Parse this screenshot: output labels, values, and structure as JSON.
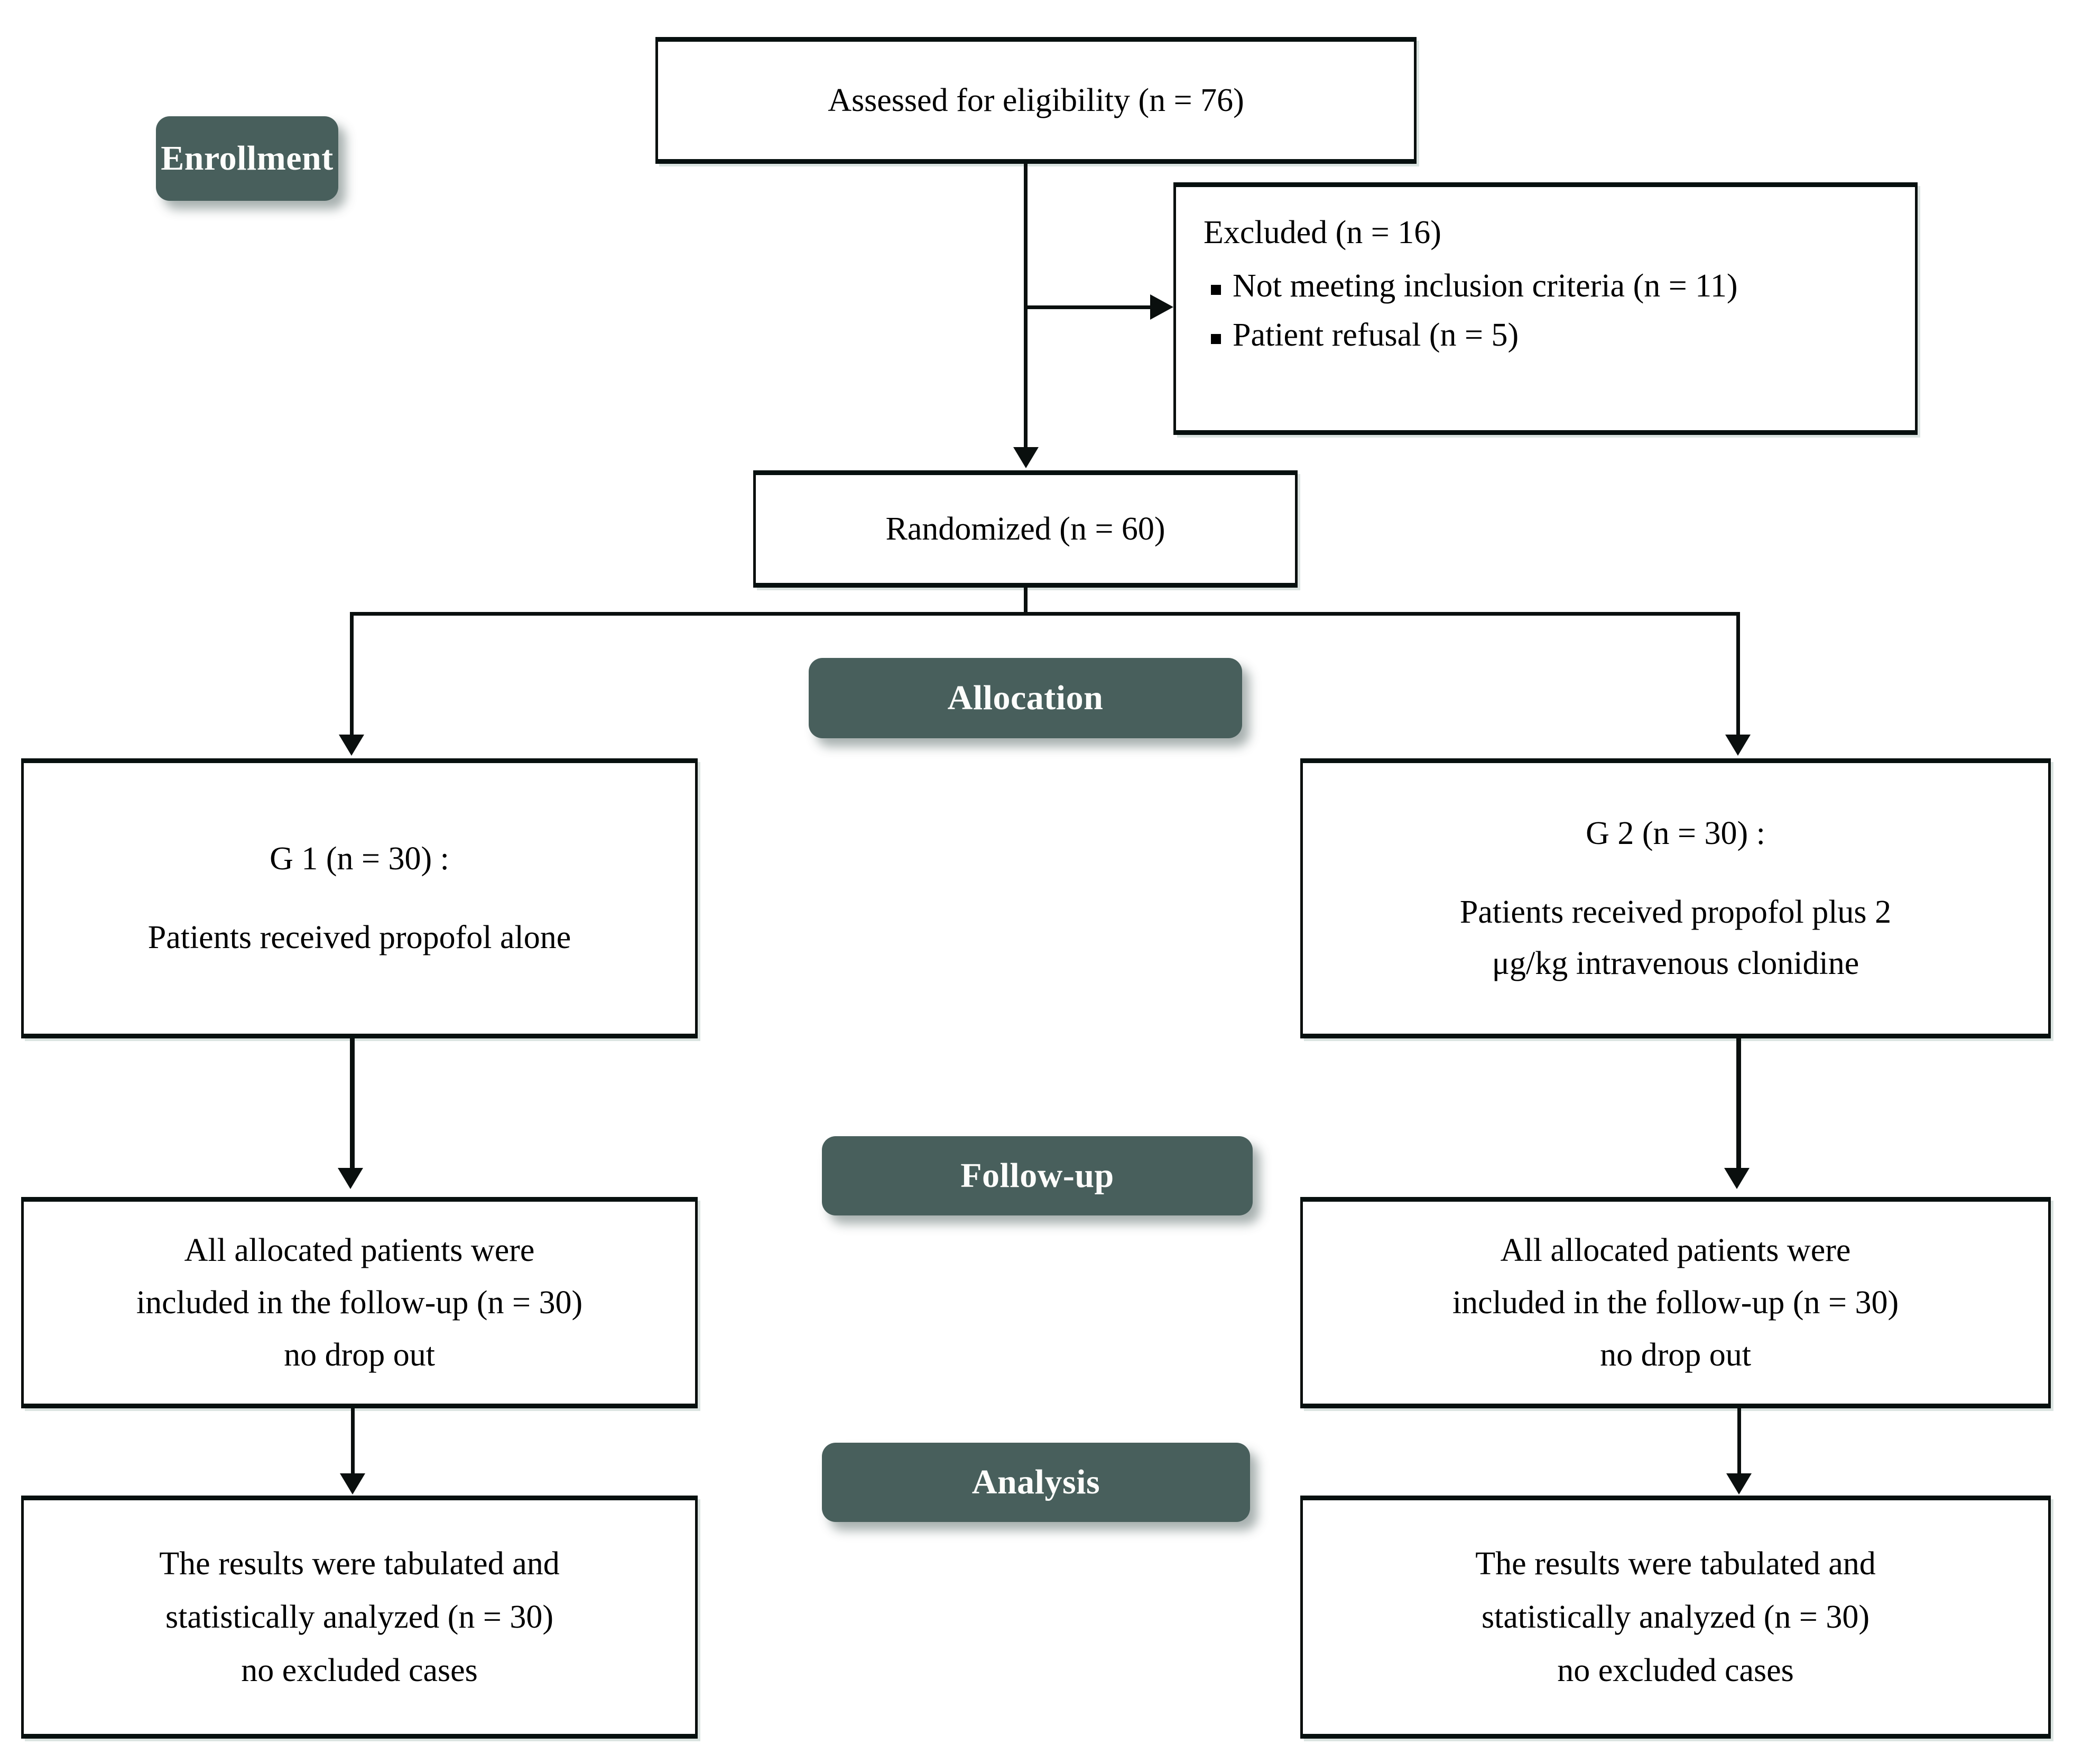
{
  "diagram": {
    "title": "CONSORT participant flow diagram",
    "accent_color": "#485f5c",
    "line_color": "#0a0f0e",
    "background_color": "#ffffff"
  },
  "stages": {
    "enrollment": "Enrollment",
    "allocation": "Allocation",
    "followup": "Follow-up",
    "analysis": "Analysis"
  },
  "nodes": {
    "eligibility": {
      "text": "Assessed for eligibility (n = 76)"
    },
    "excluded": {
      "title": "Excluded (n = 16)",
      "items": [
        "Not meeting inclusion criteria (n = 11)",
        "Patient refusal (n = 5)"
      ]
    },
    "randomized": {
      "text": "Randomized (n = 60)"
    },
    "group1": {
      "line1": "G 1 (n = 30) :",
      "line2": "Patients received propofol alone"
    },
    "group2": {
      "line1": "G 2 (n = 30) :",
      "line2": "Patients received propofol plus 2",
      "line3": "μg/kg intravenous clonidine"
    },
    "followup1": {
      "line1": "All allocated patients were",
      "line2": "included in the follow-up (n = 30)",
      "line3": "no drop out"
    },
    "followup2": {
      "line1": "All allocated patients were",
      "line2": "included in the follow-up (n = 30)",
      "line3": "no drop out"
    },
    "analysis1": {
      "line1": "The results were tabulated and",
      "line2": "statistically analyzed (n = 30)",
      "line3": "no excluded cases"
    },
    "analysis2": {
      "line1": "The results were tabulated and",
      "line2": "statistically analyzed (n = 30)",
      "line3": "no excluded cases"
    }
  }
}
